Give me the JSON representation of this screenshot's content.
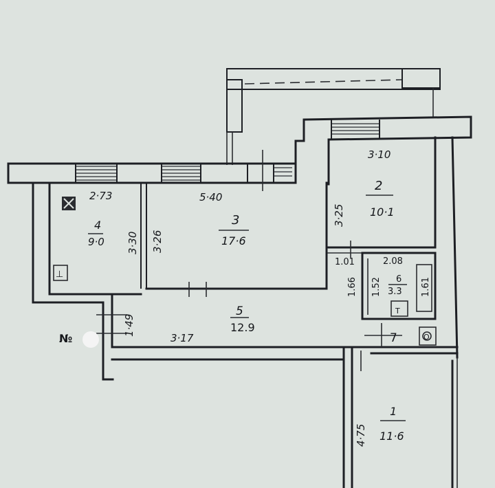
{
  "rooms": [
    {
      "number": "1",
      "area": "11·6"
    },
    {
      "number": "2",
      "area": "10·1"
    },
    {
      "number": "3",
      "area": "17·6"
    },
    {
      "number": "4",
      "area": "9·0"
    },
    {
      "number": "5",
      "area": "12.9"
    },
    {
      "number": "6",
      "area": "3.3"
    },
    {
      "number": "7"
    }
  ],
  "dimensions": {
    "room4_width": "2·73",
    "room4_height": "3·30",
    "room3_width": "5·40",
    "room3_height": "3·26",
    "room2_width": "3·10",
    "room2_height": "3·25",
    "room5_width": "3·17",
    "room5_height": "1·49",
    "room6_width": "2.08",
    "room6_height": "1.52",
    "corridor_width": "1.01",
    "corridor_height": "1.66",
    "room6_inner": "1.61",
    "room1_height": "4·75"
  },
  "marks": {
    "apartment_label": "№",
    "toilet_symbol": "T",
    "sink_symbol": "O",
    "radiator_symbol": "⊥"
  }
}
